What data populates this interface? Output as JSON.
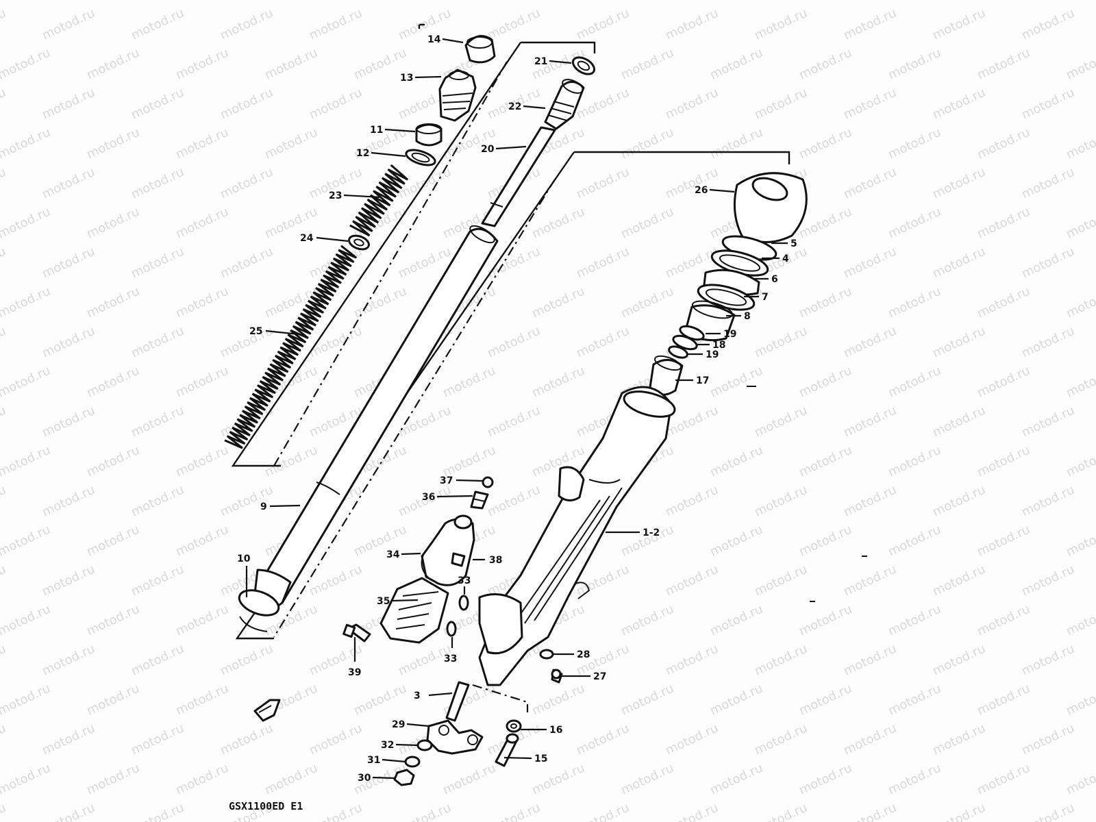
{
  "watermark": "motod.ru",
  "caption": "GSX1100ED E1",
  "labels": {
    "p14": "14",
    "p13": "13",
    "p11": "11",
    "p12": "12",
    "p23": "23",
    "p24": "24",
    "p25": "25",
    "p21": "21",
    "p22": "22",
    "p20": "20",
    "p9": "9",
    "p10": "10",
    "p26": "26",
    "p5": "5",
    "p4": "4",
    "p6": "6",
    "p7": "7",
    "p8": "8",
    "p19a": "19",
    "p18": "18",
    "p19b": "19",
    "p17": "17",
    "p1_2": "1-2",
    "p37": "37",
    "p36": "36",
    "p34": "34",
    "p38": "38",
    "p33a": "33",
    "p35": "35",
    "p33b": "33",
    "p39": "39",
    "p28": "28",
    "p27": "27",
    "p3": "3",
    "p29": "29",
    "p16": "16",
    "p32": "32",
    "p31": "31",
    "p15": "15",
    "p30": "30"
  },
  "colors": {
    "ink": "#111111",
    "paper": "#fdfdfd",
    "watermark": "#d9d9d9"
  }
}
